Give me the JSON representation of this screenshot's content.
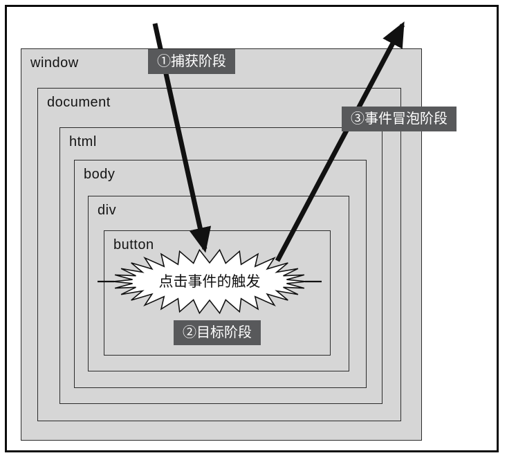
{
  "boxes": {
    "window": "window",
    "document": "document",
    "html": "html",
    "body": "body",
    "div": "div",
    "button": "button"
  },
  "phases": {
    "capture": "①捕获阶段",
    "target": "②目标阶段",
    "bubble": "③事件冒泡阶段"
  },
  "starburst": {
    "label": "点击事件的触发"
  },
  "colors": {
    "box_fill": "#d6d6d6",
    "box_border": "#2a2a2a",
    "frame_border": "#0c0c0c",
    "badge_bg": "#58595b",
    "badge_text": "#ffffff",
    "arrow": "#111111",
    "starburst_fill": "#ffffff"
  }
}
